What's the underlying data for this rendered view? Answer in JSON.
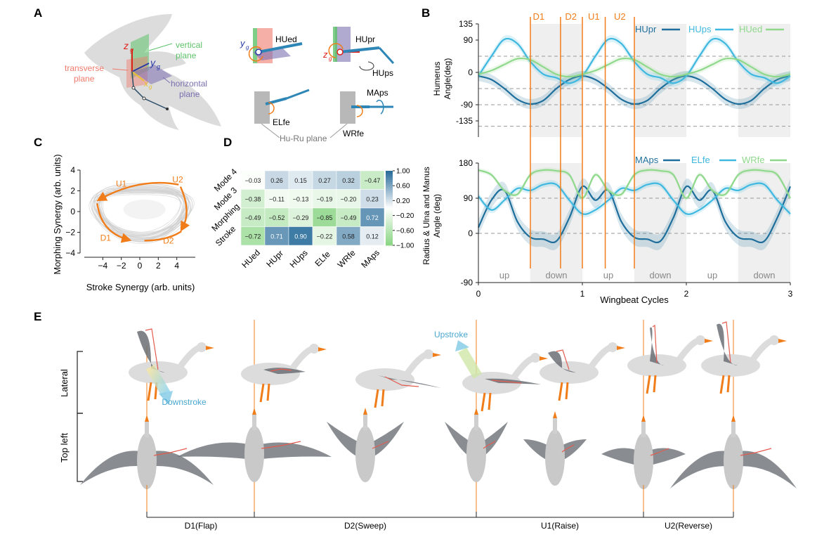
{
  "panels": {
    "A": {
      "letter": "A",
      "labels": {
        "z": "z",
        "z_sub": "g",
        "y": "y",
        "y_sub": "g",
        "x": "x",
        "x_sub": "g",
        "vertical": "vertical",
        "vertical2": "plane",
        "transverse": "transverse",
        "transverse2": "plane",
        "horizontal": "horizontal",
        "horizontal2": "plane"
      },
      "joint_labels": {
        "HUed": "HUed",
        "HUpr": "HUpr",
        "HUps": "HUps",
        "ELfe": "ELfe",
        "WRfe": "WRfe",
        "MAps": "MAps",
        "hu_ru_plane": "Hu-Ru plane"
      },
      "colors": {
        "vertical": "#5ec26a",
        "transverse": "#f07a6c",
        "horizontal": "#7b6fb0",
        "bird": "#d9d9d9"
      }
    },
    "B": {
      "letter": "B",
      "phase_labels": [
        "D1",
        "D2",
        "U1",
        "U2"
      ],
      "phase_x": [
        0.5,
        0.79,
        1.0,
        1.22,
        1.5
      ],
      "shade_bands": [
        [
          0.5,
          1.0
        ],
        [
          1.5,
          2.0
        ],
        [
          2.5,
          3.0
        ]
      ],
      "period_labels": [
        "up",
        "down",
        "up",
        "down",
        "up",
        "down"
      ],
      "x_label": "Wingbeat Cycles",
      "top": {
        "ylabel": "Humerus",
        "ylabel2": "Angle(deg)",
        "yticks": [
          "135",
          "90",
          "0",
          "-90",
          "-135"
        ],
        "legend": [
          "HUpr",
          "HUps",
          "HUed"
        ]
      },
      "bottom": {
        "ylabel": "Radius & Ulna and Manus",
        "ylabel2": "Angle (deg)",
        "yticks": [
          "180",
          "90",
          "0",
          "-90"
        ],
        "legend": [
          "MAps",
          "ELfe",
          "WRfe"
        ]
      },
      "xticks": [
        "0",
        "1",
        "2",
        "3"
      ]
    },
    "C": {
      "letter": "C",
      "xlabel": "Stroke Synergy (arb. units)",
      "ylabel": "Morphing Synergy (arb. units)",
      "xticks": [
        "−4",
        "−2",
        "0",
        "2",
        "4"
      ],
      "yticks": [
        "4",
        "2",
        "0",
        "−2",
        "−4"
      ],
      "phases": [
        "U1",
        "U2",
        "D1",
        "D2"
      ]
    },
    "D": {
      "letter": "D",
      "colorbar_ticks": [
        "1.00",
        "0.60",
        "0.20",
        "−0.20",
        "−0.60",
        "−1.00"
      ]
    },
    "E": {
      "letter": "E",
      "row_labels": [
        "Lateral",
        "Top left"
      ],
      "arrow_labels": {
        "upstroke": "Upstroke",
        "downstroke": "Downstroke"
      },
      "phase_labels": [
        "D1(Flap)",
        "D2(Sweep)",
        "U1(Raise)",
        "U2(Reverse)"
      ]
    }
  },
  "chart_data": [
    {
      "id": "B-top",
      "type": "line",
      "xlabel": "Wingbeat Cycles",
      "ylabel": "Humerus Angle(deg)",
      "xlim": [
        0,
        3
      ],
      "ylim": [
        -180,
        135
      ],
      "x": [
        0,
        0.125,
        0.25,
        0.375,
        0.5,
        0.625,
        0.75,
        0.875,
        1.0
      ],
      "series": [
        {
          "name": "HUpr",
          "color": "#1f6f9c",
          "band": 14,
          "values": [
            -10,
            -20,
            -45,
            -75,
            -88,
            -78,
            -45,
            -20,
            -10
          ]
        },
        {
          "name": "HUps",
          "color": "#3fb8e0",
          "band": 10,
          "values": [
            -10,
            45,
            92,
            80,
            30,
            -5,
            -15,
            -30,
            -10
          ]
        },
        {
          "name": "HUed",
          "color": "#8fd88c",
          "band": 8,
          "values": [
            -5,
            5,
            22,
            38,
            35,
            15,
            -5,
            -12,
            -5
          ]
        }
      ],
      "reference_lines": [
        45,
        -45,
        -90,
        -150
      ]
    },
    {
      "id": "B-bottom",
      "type": "line",
      "xlabel": "Wingbeat Cycles",
      "ylabel": "Radius & Ulna and Manus Angle (deg)",
      "xlim": [
        0,
        3
      ],
      "ylim": [
        -90,
        180
      ],
      "x": [
        0,
        0.125,
        0.25,
        0.375,
        0.5,
        0.625,
        0.75,
        0.875,
        1.0
      ],
      "series": [
        {
          "name": "MAps",
          "color": "#1f6f9c",
          "band": 20,
          "values": [
            15,
            85,
            110,
            30,
            -10,
            -15,
            -20,
            40,
            120
          ]
        },
        {
          "name": "ELfe",
          "color": "#3fb8e0",
          "band": 8,
          "values": [
            95,
            60,
            85,
            115,
            110,
            125,
            125,
            85,
            50
          ]
        },
        {
          "name": "WRfe",
          "color": "#8fd88c",
          "band": 6,
          "values": [
            162,
            150,
            110,
            100,
            150,
            162,
            160,
            150,
            90
          ]
        }
      ],
      "reference_lines": [
        90,
        0
      ]
    },
    {
      "id": "C",
      "type": "scatter",
      "xlabel": "Stroke Synergy (arb. units)",
      "ylabel": "Morphing Synergy (arb. units)",
      "xlim": [
        -6,
        6
      ],
      "ylim": [
        -4,
        4
      ]
    },
    {
      "id": "D",
      "type": "heatmap",
      "rows": [
        "Mode 4",
        "Mode 3",
        "Morphing",
        "Stroke"
      ],
      "columns": [
        "HUed",
        "HUpr",
        "HUps",
        "ELfe",
        "WRfe",
        "MAps"
      ],
      "values": [
        [
          -0.03,
          0.26,
          0.15,
          0.27,
          0.32,
          -0.47
        ],
        [
          -0.38,
          -0.11,
          -0.13,
          -0.19,
          -0.2,
          0.23
        ],
        [
          -0.49,
          -0.52,
          -0.29,
          -0.85,
          -0.49,
          0.72
        ],
        [
          -0.72,
          0.71,
          0.9,
          -0.22,
          0.58,
          0.12
        ]
      ],
      "labels": [
        [
          "−0.03",
          "0.26",
          "0.15",
          "0.27",
          "0.32",
          "−0.47"
        ],
        [
          "−0.38",
          "−0.11",
          "−0.13",
          "−0.19",
          "−0.20",
          "0.23"
        ],
        [
          "−0.49",
          "−0.52",
          "−0.29",
          "−0.85",
          "−0.49",
          "0.72"
        ],
        [
          "−0.72",
          "0.71",
          "0.90",
          "−0.22",
          "0.58",
          "0.12"
        ]
      ],
      "colorbar_range": [
        -1.0,
        1.0
      ]
    }
  ]
}
